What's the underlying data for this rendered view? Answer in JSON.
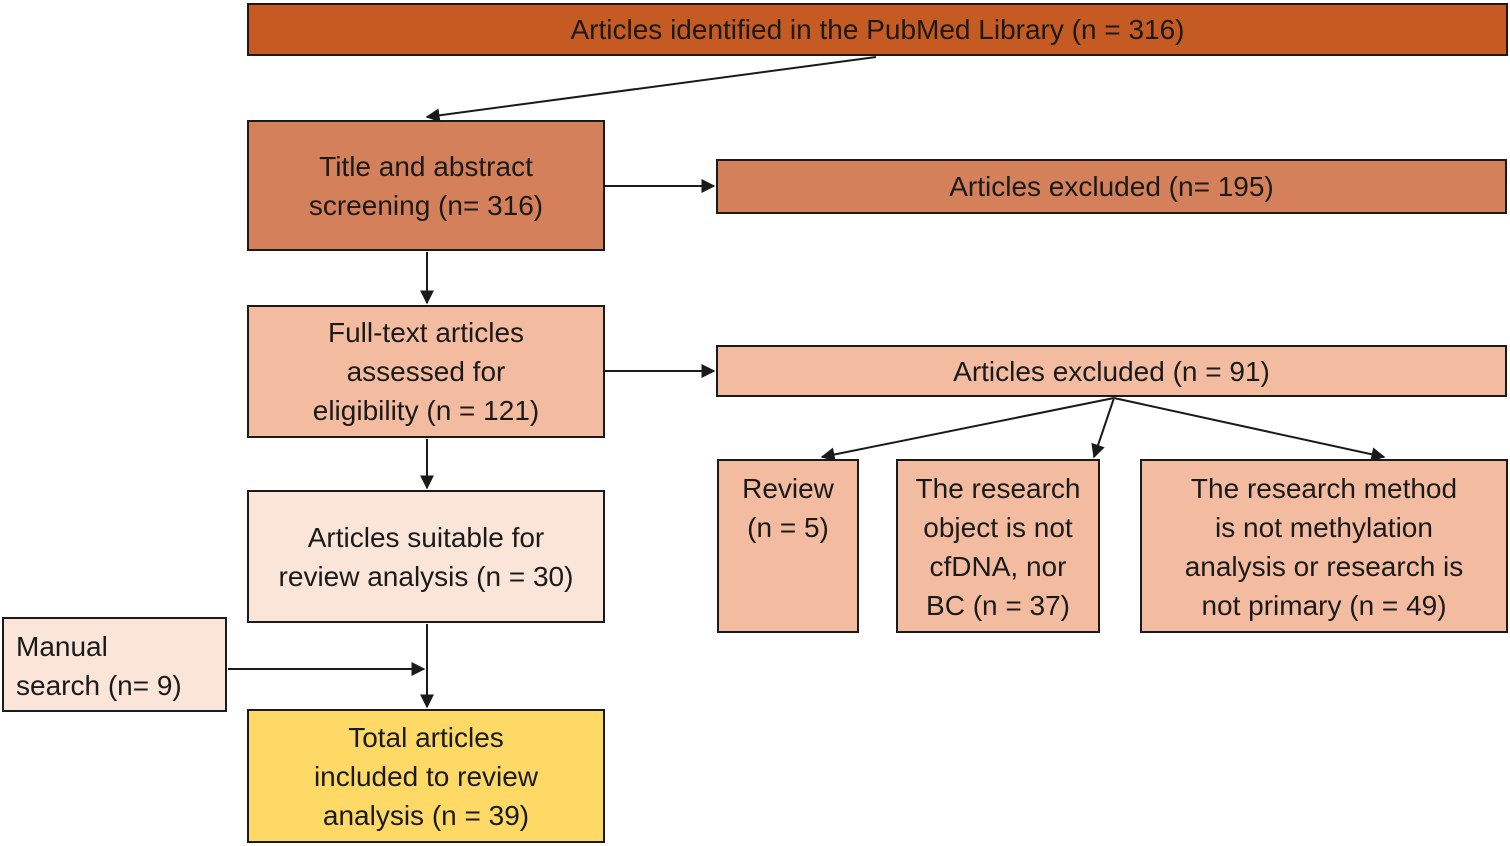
{
  "colors": {
    "dark_orange": "#C55A22",
    "medium_orange": "#D4805A",
    "light_orange": "#F3BCA0",
    "very_light_orange": "#FBE5D9",
    "yellow": "#FFD966",
    "border": "#1a1a1a"
  },
  "boxes": {
    "identified": "Articles identified in the PubMed Library (n = 316)",
    "screening": "Title and abstract\nscreening  (n= 316)",
    "excluded_195": "Articles excluded (n= 195)",
    "fulltext": "Full-text articles\nassessed for\neligibility (n = 121)",
    "excluded_91": "Articles excluded (n = 91)",
    "suitable": "Articles suitable for\nreview analysis (n = 30)",
    "review": "Review\n(n = 5)",
    "object": "The research\nobject is not\ncfDNA, nor\nBC (n = 37)",
    "method": "The research method\nis not methylation\nanalysis or research is\nnot primary (n = 49)",
    "manual": "Manual\nsearch (n= 9)",
    "total": "Total articles\nincluded to review\nanalysis (n = 39)"
  }
}
